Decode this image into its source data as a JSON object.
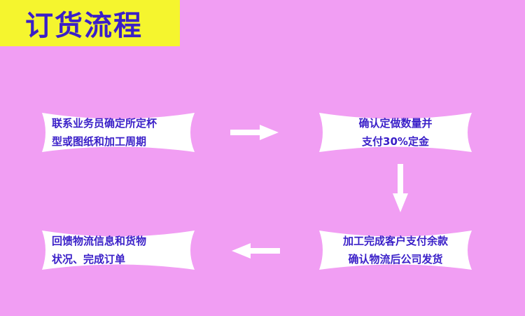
{
  "title": "订货流程",
  "steps": [
    {
      "line1": "联系业务员确定所定杯",
      "line2": "型或图纸和加工周期"
    },
    {
      "line1": "确认定做数量并",
      "line2": "支付30%定金"
    },
    {
      "line1": "加工完成客户支付余款",
      "line2": "确认物流后公司发货"
    },
    {
      "line1": "回馈物流信息和货物",
      "line2": "状况、完成订单"
    }
  ],
  "colors": {
    "background": "#f19ef3",
    "title_bar": "#f5f52e",
    "text": "#3a1fc8",
    "card": "#ffffff"
  },
  "icons": [
    "arrow-right-icon",
    "arrow-down-icon",
    "arrow-left-icon"
  ]
}
